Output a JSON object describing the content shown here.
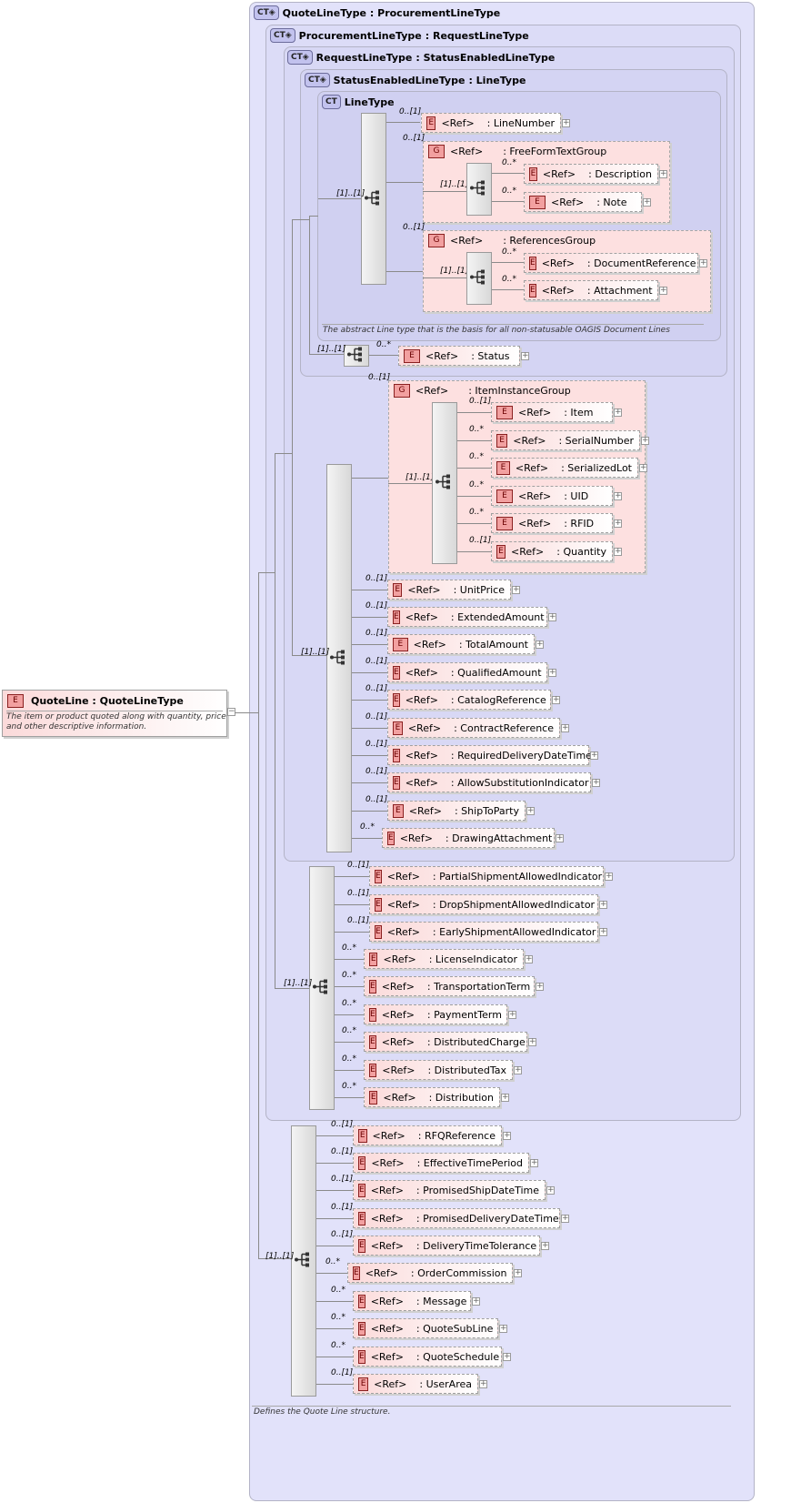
{
  "root": {
    "badge": "E",
    "label": "QuoteLine : QuoteLineType",
    "doc": "The item or product quoted along with quantity, price and other descriptive information."
  },
  "ref_label": "<Ref>",
  "elem_badge": "E",
  "group_badge": "G",
  "ct_badge": "CT",
  "types": {
    "quote_line_type": {
      "label": "QuoteLineType",
      "base": ": ProcurementLineType",
      "doc": "Defines the Quote Line structure."
    },
    "procurement_line_type": {
      "label": "ProcurementLineType",
      "base": ": RequestLineType"
    },
    "request_line_type": {
      "label": "RequestLineType",
      "base": ": StatusEnabledLineType"
    },
    "status_enabled_line_type": {
      "label": "StatusEnabledLineType",
      "base": ": LineType"
    },
    "line_type": {
      "label": "LineType",
      "doc": "The abstract Line type that is the basis for all non-statusable OAGIS Document Lines"
    }
  },
  "line_type": {
    "seq_mult": "[1]..[1]",
    "line_number": {
      "mult": "0..[1]",
      "name": ": LineNumber"
    },
    "free_form_text_group": {
      "mult": "0..[1]",
      "name": ": FreeFormTextGroup",
      "seq_mult": "[1]..[1]",
      "items": [
        {
          "mult": "0..*",
          "name": ": Description"
        },
        {
          "mult": "0..*",
          "name": ": Note"
        }
      ]
    },
    "references_group": {
      "mult": "0..[1]",
      "name": ": ReferencesGroup",
      "seq_mult": "[1]..[1]",
      "items": [
        {
          "mult": "0..*",
          "name": ": DocumentReference"
        },
        {
          "mult": "0..*",
          "name": ": Attachment"
        }
      ]
    }
  },
  "status_enabled": {
    "seq_mult": "[1]..[1]",
    "status": {
      "mult": "0..*",
      "name": ": Status"
    }
  },
  "request_line": {
    "seq_mult": "[1]..[1]",
    "item_instance_group": {
      "mult": "0..[1]",
      "name": ": ItemInstanceGroup",
      "seq_mult": "[1]..[1]",
      "items": [
        {
          "mult": "0..[1]",
          "name": ": Item"
        },
        {
          "mult": "0..*",
          "name": ": SerialNumber"
        },
        {
          "mult": "0..*",
          "name": ": SerializedLot"
        },
        {
          "mult": "0..*",
          "name": ": UID"
        },
        {
          "mult": "0..*",
          "name": ": RFID"
        },
        {
          "mult": "0..[1]",
          "name": ": Quantity"
        }
      ]
    },
    "items": [
      {
        "mult": "0..[1]",
        "name": ": UnitPrice"
      },
      {
        "mult": "0..[1]",
        "name": ": ExtendedAmount"
      },
      {
        "mult": "0..[1]",
        "name": ": TotalAmount"
      },
      {
        "mult": "0..[1]",
        "name": ": QualifiedAmount"
      },
      {
        "mult": "0..[1]",
        "name": ": CatalogReference"
      },
      {
        "mult": "0..[1]",
        "name": ": ContractReference"
      },
      {
        "mult": "0..[1]",
        "name": ": RequiredDeliveryDateTime"
      },
      {
        "mult": "0..[1]",
        "name": ": AllowSubstitutionIndicator"
      },
      {
        "mult": "0..[1]",
        "name": ": ShipToParty"
      },
      {
        "mult": "0..*",
        "name": ": DrawingAttachment"
      }
    ]
  },
  "procurement_line": {
    "seq_mult": "[1]..[1]",
    "items": [
      {
        "mult": "0..[1]",
        "name": ": PartialShipmentAllowedIndicator"
      },
      {
        "mult": "0..[1]",
        "name": ": DropShipmentAllowedIndicator"
      },
      {
        "mult": "0..[1]",
        "name": ": EarlyShipmentAllowedIndicator"
      },
      {
        "mult": "0..*",
        "name": ": LicenseIndicator"
      },
      {
        "mult": "0..*",
        "name": ": TransportationTerm"
      },
      {
        "mult": "0..*",
        "name": ": PaymentTerm"
      },
      {
        "mult": "0..*",
        "name": ": DistributedCharge"
      },
      {
        "mult": "0..*",
        "name": ": DistributedTax"
      },
      {
        "mult": "0..*",
        "name": ": Distribution"
      }
    ]
  },
  "quote_line": {
    "seq_mult": "[1]..[1]",
    "items": [
      {
        "mult": "0..[1]",
        "name": ": RFQReference"
      },
      {
        "mult": "0..[1]",
        "name": ": EffectiveTimePeriod"
      },
      {
        "mult": "0..[1]",
        "name": ": PromisedShipDateTime"
      },
      {
        "mult": "0..[1]",
        "name": ": PromisedDeliveryDateTime"
      },
      {
        "mult": "0..[1]",
        "name": ": DeliveryTimeTolerance"
      },
      {
        "mult": "0..*",
        "name": ": OrderCommission"
      },
      {
        "mult": "0..*",
        "name": ": Message"
      },
      {
        "mult": "0..*",
        "name": ": QuoteSubLine"
      },
      {
        "mult": "0..*",
        "name": ": QuoteSchedule"
      },
      {
        "mult": "0..[1]",
        "name": ": UserArea"
      }
    ]
  },
  "colors": {
    "ct_bg_outer": "#e4e4fb",
    "ct_bg": "#dedef8",
    "element_fill": "#fbdada",
    "group_fill": "#fde0e0"
  }
}
